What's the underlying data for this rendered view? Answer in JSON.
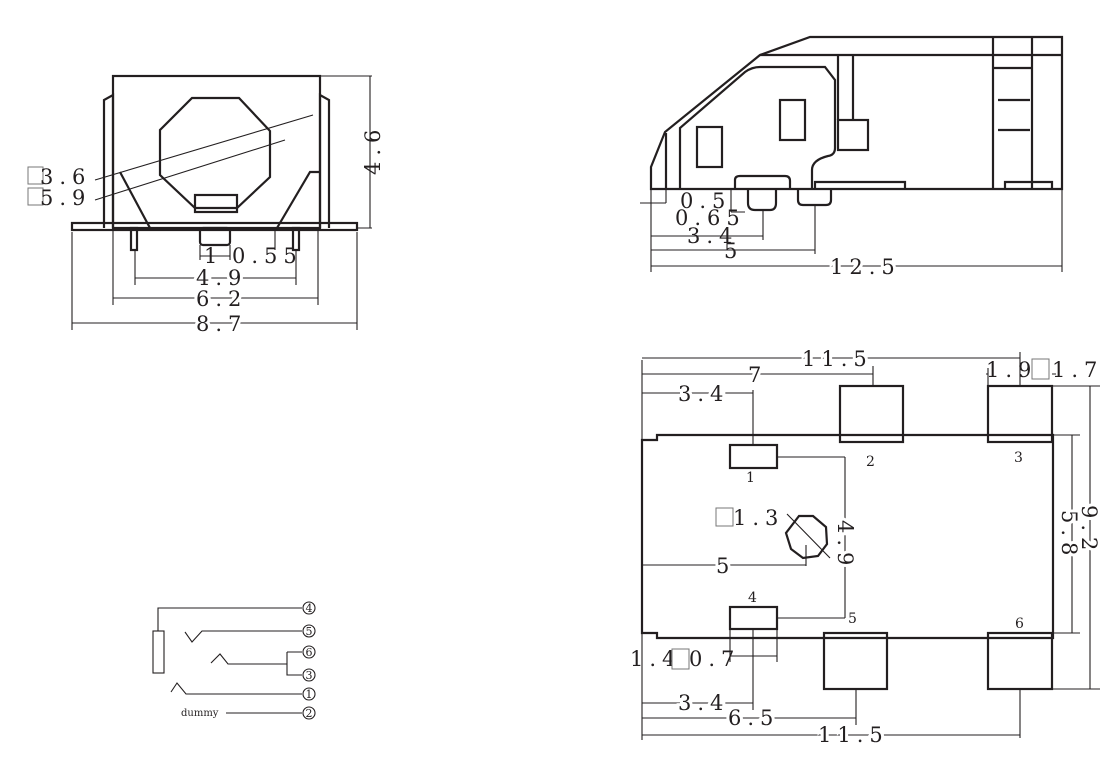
{
  "front_view": {
    "dims": {
      "d_height": "4.6",
      "d_oct_inner": "3.6",
      "d_oct_outer": "5.9",
      "d_pin": "1",
      "d_offset": "0.55",
      "d_pins": "4.9",
      "d_body": "6.2",
      "d_total": "8.7"
    }
  },
  "side_view": {
    "dims": {
      "d_a": "0.5",
      "d_b": "0.65",
      "d_c": "3.4",
      "d_d": "5",
      "d_total": "12.5"
    }
  },
  "bottom_view": {
    "dims": {
      "d_top_total": "11.5",
      "d_top_7": "7",
      "d_top_34": "3.4",
      "d_pad_w": "1.9",
      "d_pad_gap": "1.7",
      "d_hole": "1.3",
      "d_pin_span": "4.9",
      "d_hole_x": "5",
      "d_pin_w": "1.4",
      "d_pin_h": "0.7",
      "d_bot_34": "3.4",
      "d_bot_65": "6.5",
      "d_bot_total": "11.5",
      "d_inner_h": "5.8",
      "d_outer_h": "9.2"
    },
    "pins": [
      "1",
      "2",
      "3",
      "4",
      "5",
      "6"
    ]
  },
  "schematic": {
    "terminals": [
      "4",
      "5",
      "6",
      "3",
      "1",
      "2"
    ],
    "dummy_label": "dummy"
  }
}
